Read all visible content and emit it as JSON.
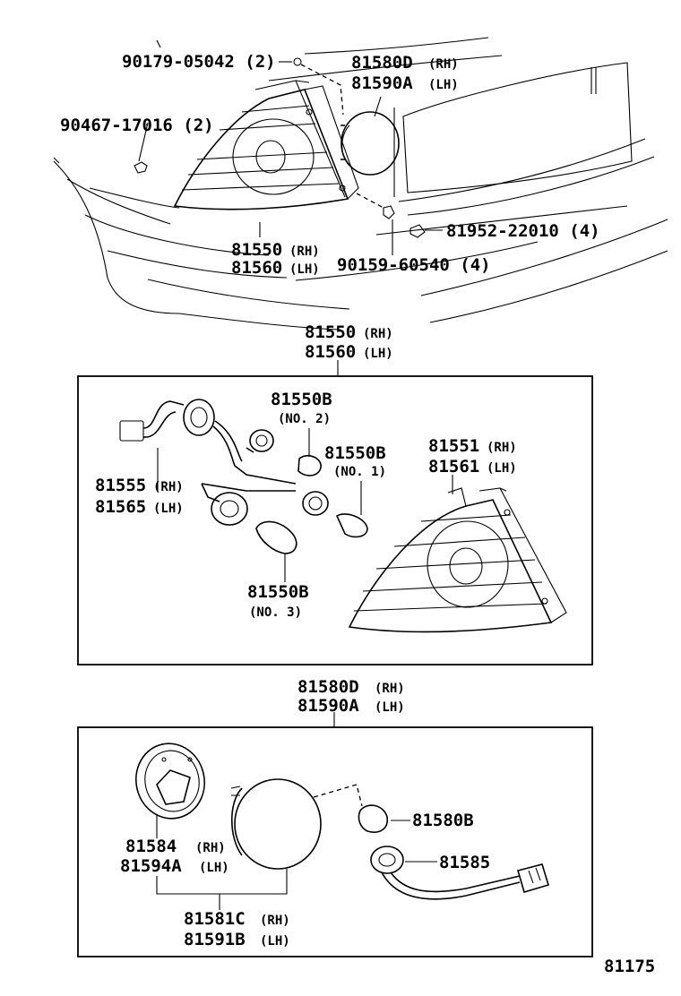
{
  "callouts": {
    "nut_90179": "90179-05042 (2)",
    "bolt_90467": "90467-17016 (2)",
    "lamp_81580d": "81580D",
    "lamp_81590a": "81590A",
    "clip_81952": "81952-22010 (4)",
    "lamp_81550": "81550",
    "lamp_81560": "81560",
    "screw_90159": "90159-60540 (4)"
  },
  "detail_tail_lamp": {
    "header_rh": "81550",
    "header_lh": "81560",
    "bulb_no2_part": "81550B",
    "bulb_no2_note": "(NO. 2)",
    "bulb_no1_part": "81550B",
    "bulb_no1_note": "(NO. 1)",
    "lens_rh": "81551",
    "lens_lh": "81561",
    "socket_rh": "81555",
    "socket_lh": "81565",
    "bulb_no3_part": "81550B",
    "bulb_no3_note": "(NO. 3)"
  },
  "detail_back_up_lamp": {
    "header_rh": "81580D",
    "header_lh": "81590A",
    "bulb_part": "81580B",
    "socket_part": "81585",
    "gasket_rh": "81584",
    "gasket_lh": "81594A",
    "lens_rh": "81581C",
    "lens_lh": "81591B"
  },
  "side_rh": "(RH)",
  "side_lh": "(LH)",
  "figure_number": "81175"
}
